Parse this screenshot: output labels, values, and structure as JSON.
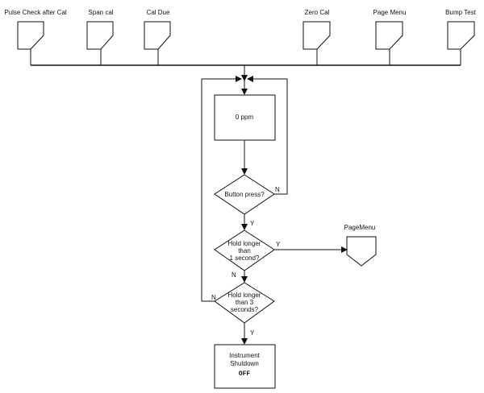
{
  "connectors": {
    "pulse_check": "Pulse Check after Cal",
    "span_cal": "Span cal",
    "cal_due": "Cal Due",
    "zero_cal": "Zero Cal",
    "page_menu": "Page Menu",
    "bump_test": "Bump Test"
  },
  "nodes": {
    "display_box": "0 ppm",
    "button_press": "Button press?",
    "hold_1s": [
      "Hold longer",
      "than",
      "1 second?"
    ],
    "hold_3s": [
      "Hold longer",
      "than 3",
      "seconds?"
    ],
    "shutdown": [
      "Instrument",
      "Shutdown"
    ],
    "shutdown_off": "OFF",
    "page_menu_out": "PageMenu"
  },
  "labels": {
    "n1": "N",
    "y1": "Y",
    "y2": "Y",
    "n2": "N",
    "n3": "N",
    "y3": "Y"
  }
}
